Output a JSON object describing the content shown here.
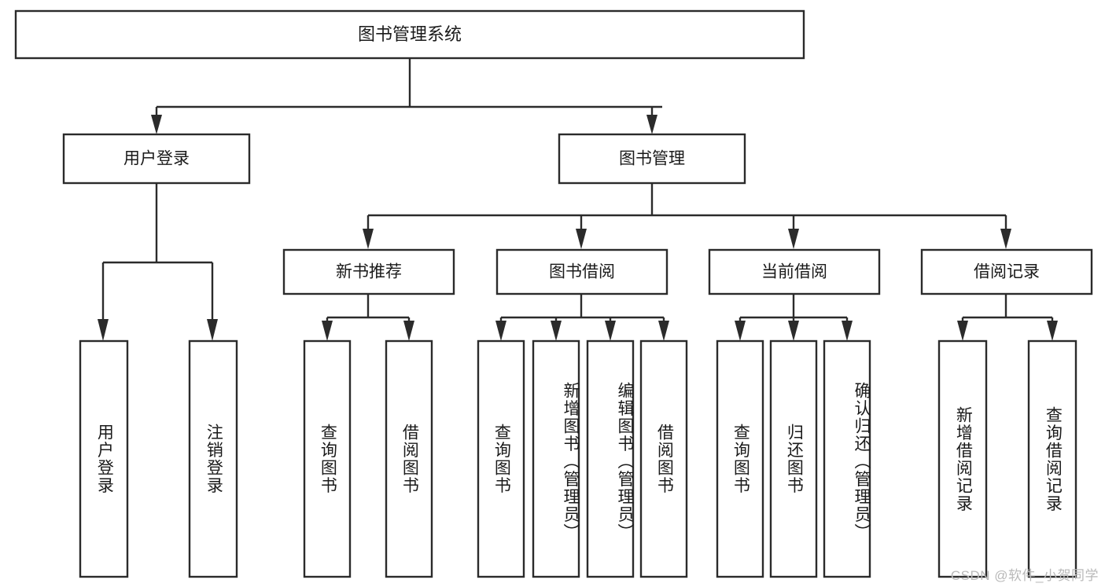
{
  "diagram": {
    "title": "图书管理系统",
    "type": "tree",
    "orientation": "top-down",
    "colors": {
      "background": "#ffffff",
      "box_stroke": "#2b2b2b",
      "box_fill": "#ffffff",
      "text": "#1a1a1a",
      "watermark": "#b9b9b9"
    },
    "root": {
      "label": "图书管理系统"
    },
    "level2": [
      {
        "label": "用户登录"
      },
      {
        "label": "图书管理"
      }
    ],
    "level3": [
      {
        "label": "新书推荐"
      },
      {
        "label": "图书借阅"
      },
      {
        "label": "当前借阅"
      },
      {
        "label": "借阅记录"
      }
    ],
    "leaves": {
      "user_login": [
        {
          "label": "用户登录"
        },
        {
          "label": "注销登录"
        }
      ],
      "new_book_recommend": [
        {
          "label": "查询图书"
        },
        {
          "label": "借阅图书"
        }
      ],
      "book_borrow": [
        {
          "label": "查询图书"
        },
        {
          "label": "新增图书（管理员）"
        },
        {
          "label": "编辑图书（管理员）"
        },
        {
          "label": "借阅图书"
        }
      ],
      "current_borrow": [
        {
          "label": "查询图书"
        },
        {
          "label": "归还图书"
        },
        {
          "label": "确认归还（管理员）"
        }
      ],
      "borrow_record": [
        {
          "label": "新增借阅记录"
        },
        {
          "label": "查询借阅记录"
        }
      ]
    },
    "watermark": "CSDN @软件_小贺同学"
  }
}
